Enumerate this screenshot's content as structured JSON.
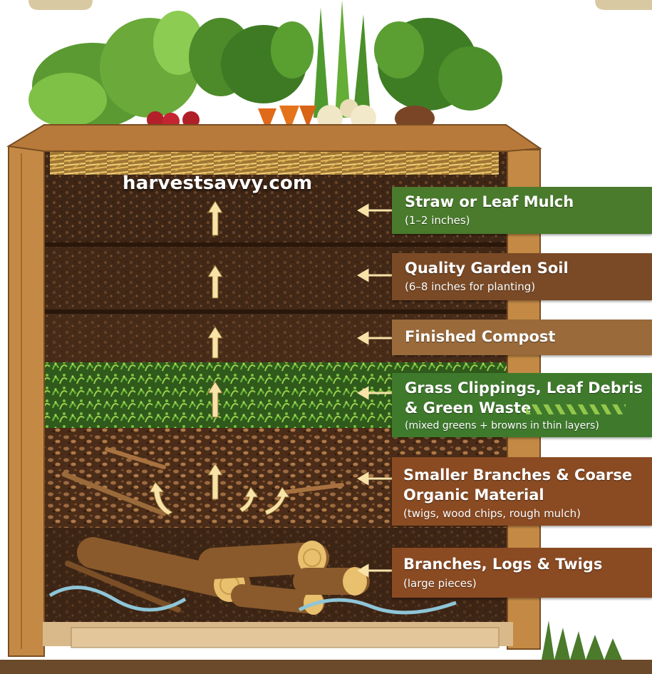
{
  "watermark": "harvestsavvy.com",
  "layers": [
    {
      "id": "mulch",
      "title": "Straw or Leaf Mulch",
      "subtitle": "(1–2 inches)",
      "color": "#4a7a2c"
    },
    {
      "id": "soil",
      "title": "Quality Garden Soil",
      "subtitle": "(6–8 inches for planting)",
      "color": "#7a4a26"
    },
    {
      "id": "compost",
      "title": "Finished Compost",
      "subtitle": "",
      "color": "#9a6a3a"
    },
    {
      "id": "greens",
      "title": "Grass Clippings, Leaf Debris",
      "title2": "& Green Waste",
      "subtitle": "(mixed greens + browns in thin layers)",
      "color": "#3f7a2c"
    },
    {
      "id": "smallbranches",
      "title": "Smaller Branches & Coarse",
      "title2": "Organic Material",
      "subtitle": "(twigs, wood chips, rough mulch)",
      "color": "#8a4a22"
    },
    {
      "id": "logs",
      "title": "Branches, Logs & Twigs",
      "subtitle": "(large pieces)",
      "color": "#8a4a22"
    }
  ],
  "colors": {
    "wood": "#c48a45",
    "soil_dark": "#3b2414",
    "soil_mid": "#5a3820",
    "greens": "#4a8a2a",
    "arrow": "#f7e3a8"
  }
}
